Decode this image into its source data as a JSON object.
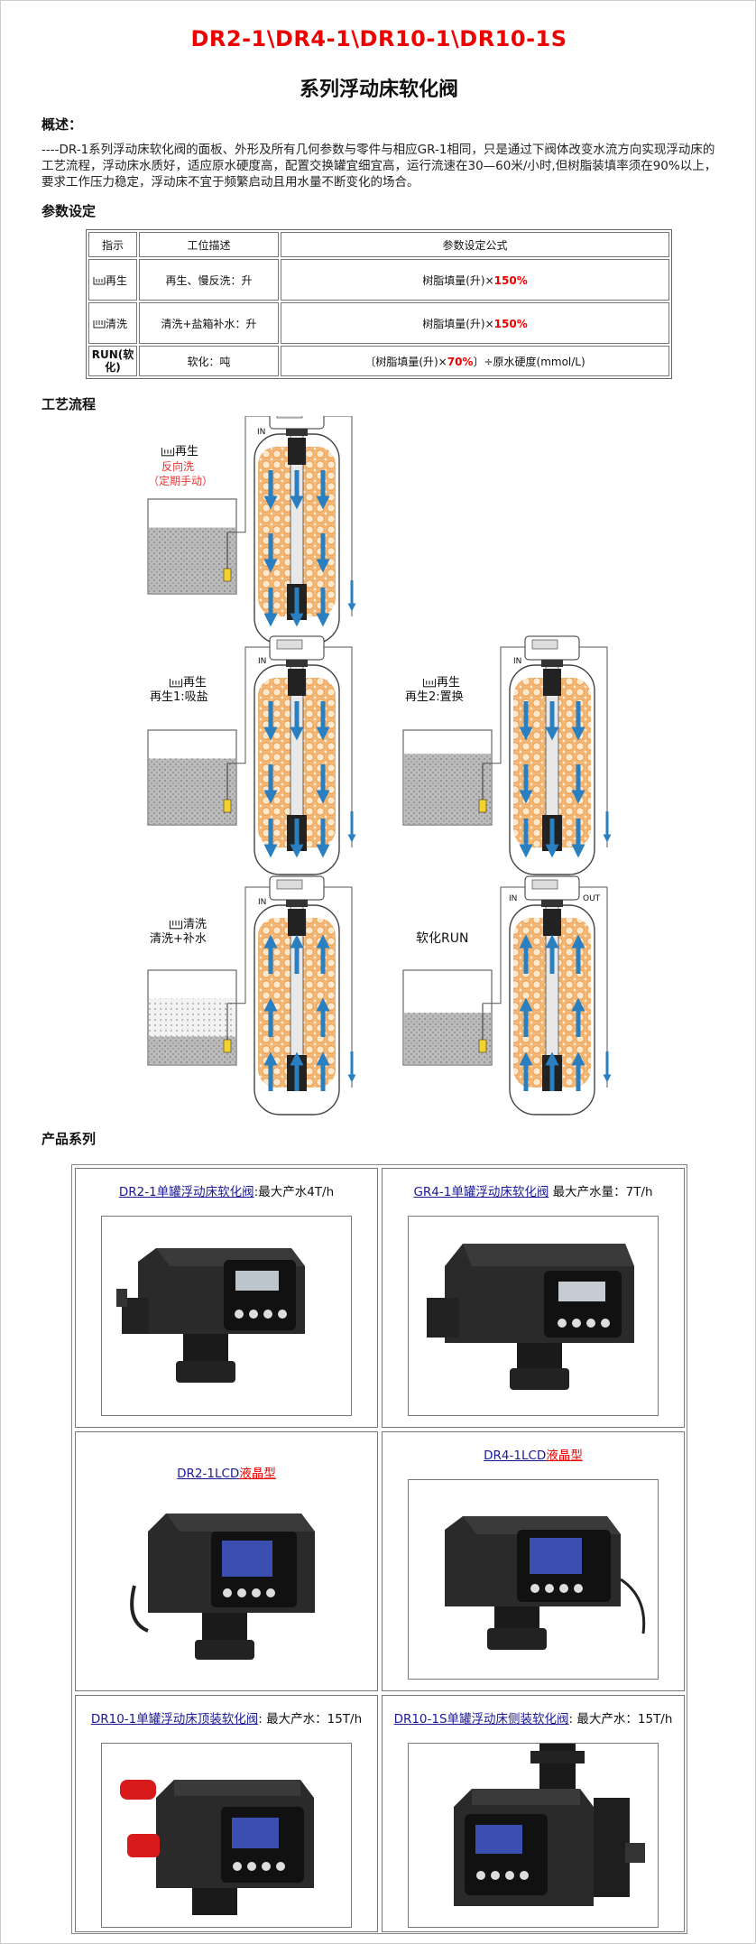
{
  "header": {
    "title_models": "DR2-1\\DR4-1\\DR10-1\\DR10-1S",
    "title_series": "系列浮动床软化阀"
  },
  "overview": {
    "heading": "概述：",
    "text": "----DR-1系列浮动床软化阀的面板、外形及所有几何参数与零件与相应GR-1相同，只是通过下阀体改变水流方向实现浮动床的工艺流程，浮动床水质好，适应原水硬度高，配置交换罐宜细宜高，运行流速在30—60米/小时,但树脂装填率须在90%以上，要求工作压力稳定，浮动床不宜于频繁启动且用水量不断变化的场合。"
  },
  "params": {
    "heading": "参数设定",
    "headers": [
      "指示",
      "工位描述",
      "参数设定公式"
    ],
    "rows": [
      {
        "indicator": "再生",
        "desc": "再生、慢反洗：升",
        "formula_pre": "树脂填量(升)×",
        "formula_hl": "150%",
        "formula_post": ""
      },
      {
        "indicator": "清洗",
        "desc": "清洗+盐箱补水：升",
        "formula_pre": "树脂填量(升)×",
        "formula_hl": "150%",
        "formula_post": ""
      },
      {
        "indicator": "RUN(软化)",
        "desc": "软化：吨",
        "formula_pre": "〔树脂填量(升)×",
        "formula_hl": "70%",
        "formula_post": "〕÷原水硬度(mmol/L)"
      }
    ]
  },
  "process": {
    "heading": "工艺流程",
    "stage1": {
      "icon_label": "再生",
      "sub1": "反向洗",
      "sub2": "（定期手动）",
      "in": "IN"
    },
    "stage2": {
      "icon_label": "再生",
      "sub": "再生1:吸盐",
      "in": "IN"
    },
    "stage3": {
      "icon_label": "再生",
      "sub": "再生2:置换",
      "in": "IN"
    },
    "stage4": {
      "icon_label": "清洗",
      "sub": "清洗+补水",
      "in": "IN"
    },
    "stage5": {
      "label": "软化RUN",
      "in": "IN",
      "out": "OUT"
    }
  },
  "products": {
    "heading": "产品系列",
    "items": [
      {
        "link": "DR2-1单罐浮动床软化阀",
        "suffix": "",
        "rest": ":最大产水4T/h"
      },
      {
        "link": "GR4-1单罐浮动床软化阀",
        "suffix": "",
        "rest": " 最大产水量：7T/h"
      },
      {
        "link": "DR2-1LCD",
        "suffix": "液晶型",
        "rest": ""
      },
      {
        "link": "DR4-1LCD",
        "suffix": "液晶型",
        "rest": ""
      },
      {
        "link": "DR10-1单罐浮动床顶装软化阀",
        "suffix": "",
        "rest": ": 最大产水：15T/h"
      },
      {
        "link": "DR10-1S单罐浮动床侧装软化阀",
        "suffix": "",
        "rest": ": 最大产水：15T/h"
      }
    ]
  },
  "colors": {
    "title_red": "#ee0000",
    "link_blue": "#1a1a99",
    "arrow_blue": "#2a7fc0",
    "resin": "#f0a860"
  }
}
